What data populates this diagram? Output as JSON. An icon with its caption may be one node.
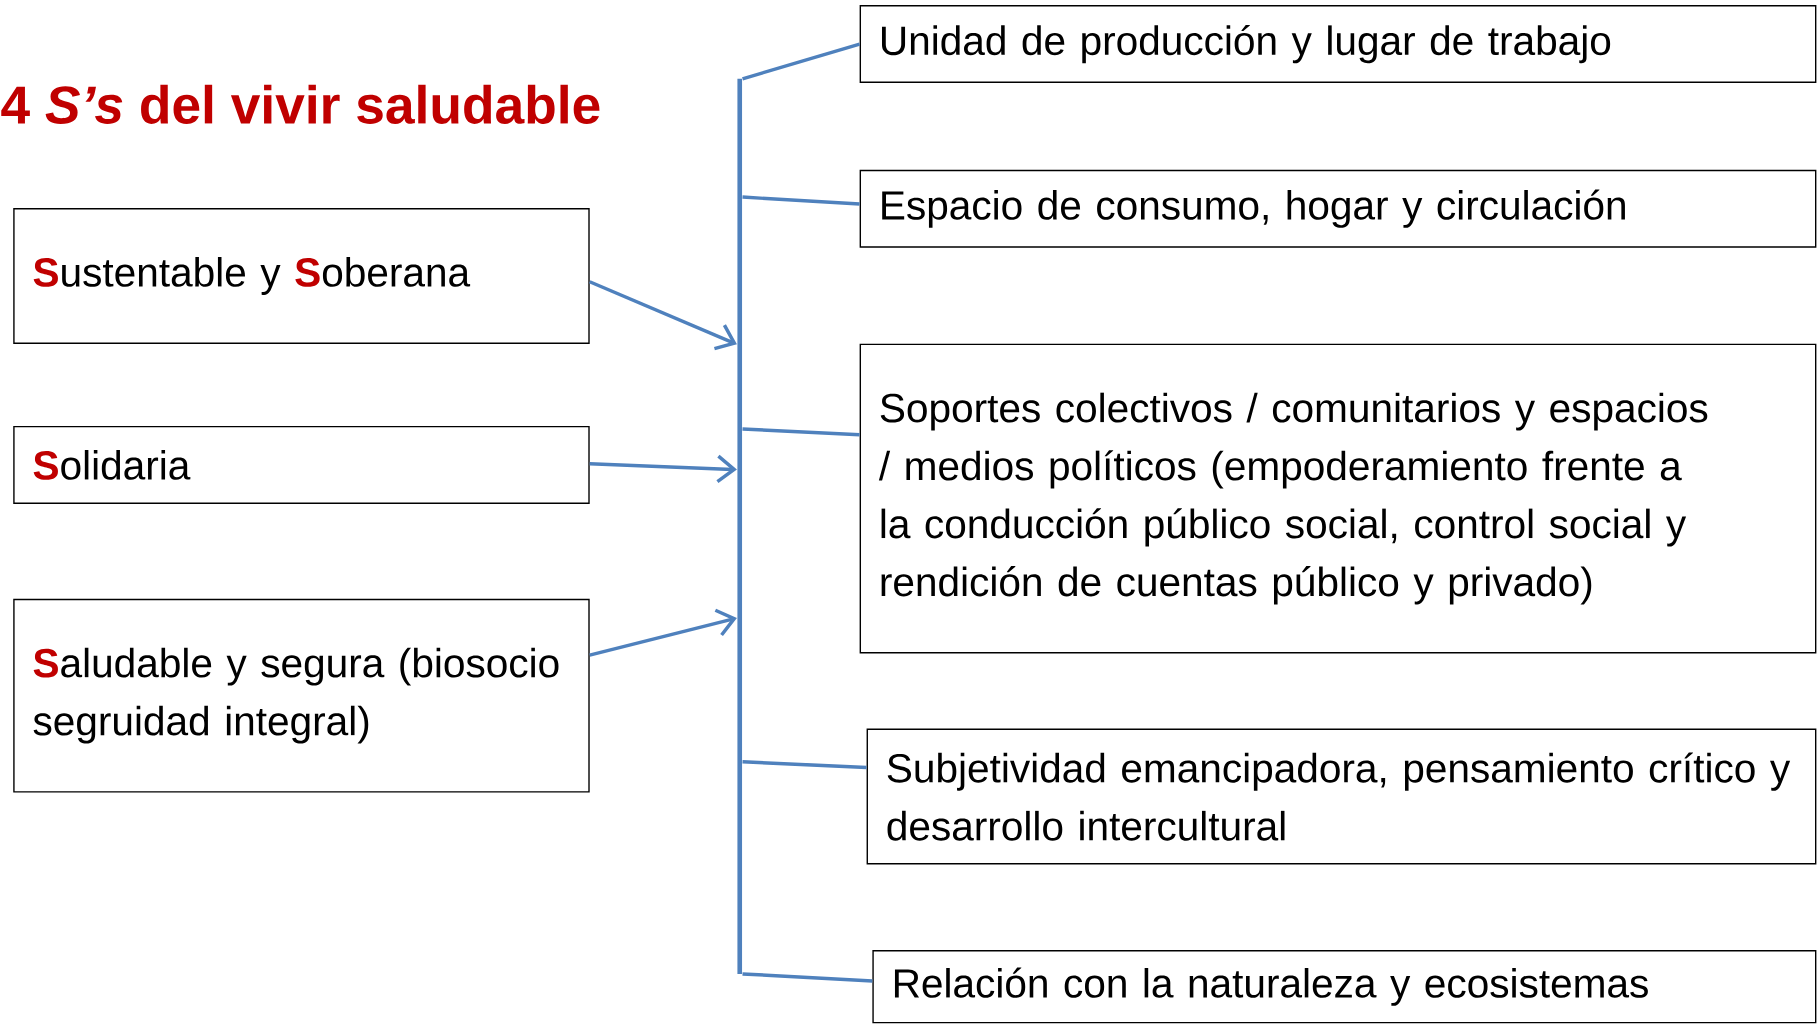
{
  "diagram": {
    "title": "4 *S’s* del vivir saludable",
    "nodes": [
      {
        "text": [
          "**S**ustentable y **S**oberana"
        ]
      },
      {
        "text": [
          "**S**olidaria"
        ]
      },
      {
        "text": [
          "**S**aludable y segura (biosocio segruidad integral)"
        ]
      },
      {
        "text": [],
        "shape": "bar"
      },
      {
        "text": [
          "Unidad de producción y lugar de trabajo"
        ]
      },
      {
        "text": [
          "Espacio de consumo, hogar y circulación"
        ]
      },
      {
        "text": [
          "Soportes colectivos / comunitarios y espacios / medios políticos (empoderamiento frente a la conducción público social, control social y rendición de cuentas público y privado)"
        ]
      },
      {
        "text": [
          "Subjetividad emancipadora, pensamiento crítico y desarrollo intercultural"
        ]
      },
      {
        "text": [
          "Relación con la naturaleza y ecosistemas"
        ]
      }
    ],
    "edges": [
      {
        "from": 0,
        "to": 3,
        "arrow": "to"
      },
      {
        "from": 1,
        "to": 3,
        "arrow": "to"
      },
      {
        "from": 2,
        "to": 3,
        "arrow": "to"
      },
      {
        "from": 3,
        "to": 4,
        "arrow": "none"
      },
      {
        "from": 3,
        "to": 5,
        "arrow": "none"
      },
      {
        "from": 3,
        "to": 6,
        "arrow": "none"
      },
      {
        "from": 3,
        "to": 7,
        "arrow": "none"
      },
      {
        "from": 3,
        "to": 8,
        "arrow": "none"
      }
    ]
  }
}
